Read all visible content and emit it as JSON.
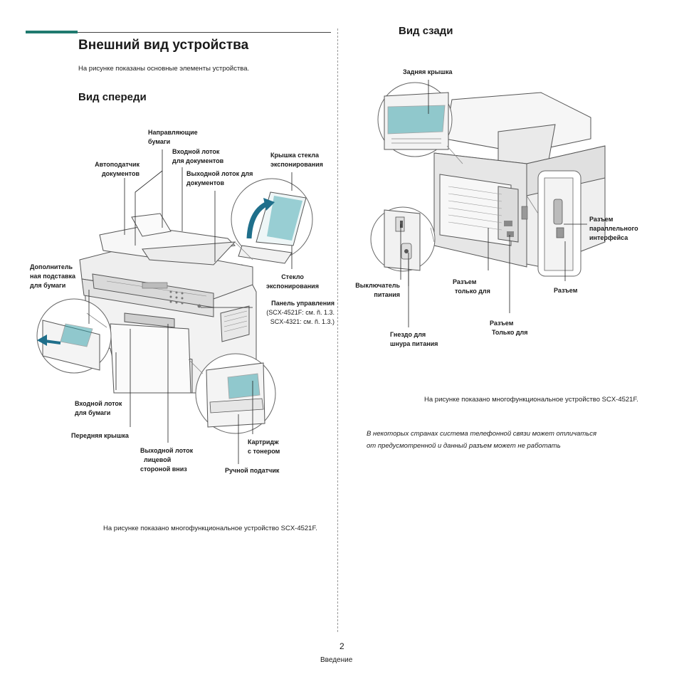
{
  "header": {
    "title": "Внешний вид устройства",
    "intro": "На рисунке показаны основные элементы устройства."
  },
  "front": {
    "heading": "Вид спереди",
    "labels": {
      "paper_guides": [
        "Направляющие",
        "бумаги"
      ],
      "doc_input_tray": [
        "Входной лоток",
        "для документов"
      ],
      "adf": [
        "Автоподатчик",
        "документов"
      ],
      "doc_output_tray": [
        "Выходной лоток для",
        "документов"
      ],
      "scanner_lid": [
        "Крышка стекла",
        "экспонирования"
      ],
      "paper_support": [
        "Дополнитель",
        "ная подставка",
        "для бумаги"
      ],
      "scanner_glass": [
        "Стекло",
        "экспонирования"
      ],
      "control_panel_title": "Панель управления",
      "control_panel_refs": [
        "(SCX-4521F: см. ñ. 1.3.",
        "SCX-4321: см. ñ. 1.3.)"
      ],
      "paper_input_tray": [
        "Входной лоток",
        "для бумаги"
      ],
      "front_cover": "Передняя крышка",
      "face_down_tray": [
        "Выходной лоток",
        "лицевой",
        "стороной вниз"
      ],
      "toner": [
        "Картридж",
        "с тонером"
      ],
      "manual_feeder": "Ручной податчик"
    },
    "caption": "На рисунке показано многофункциональное устройство SCX-4521F."
  },
  "rear": {
    "heading": "Вид сзади",
    "labels": {
      "rear_cover": "Задняя крышка",
      "parallel_port": [
        "Разъем",
        "параллельного",
        "интерфейса"
      ],
      "power_switch": [
        "Выключатель",
        "питания"
      ],
      "conn_only1": [
        "Разъем",
        "только для"
      ],
      "conn_right": "Разъем",
      "conn_only2": [
        "Разъем",
        "Только для"
      ],
      "power_jack": [
        "Гнездо для",
        "шнура питания"
      ]
    },
    "caption": "На рисунке показано многофункциональное устройство SCX-4521F.",
    "note": [
      "В некоторых странах система телефонной связи может отличаться",
      "от предусмотренной и данный разъем может не работать"
    ]
  },
  "footer": {
    "page_number": "2",
    "section": "Введение"
  },
  "colors": {
    "accent": "#1f7a6f",
    "zoom_fill": "#2f9ea7",
    "zoom_arrow": "#1f6f8b"
  },
  "icons": [
    "front-device-illustration",
    "rear-device-illustration"
  ]
}
